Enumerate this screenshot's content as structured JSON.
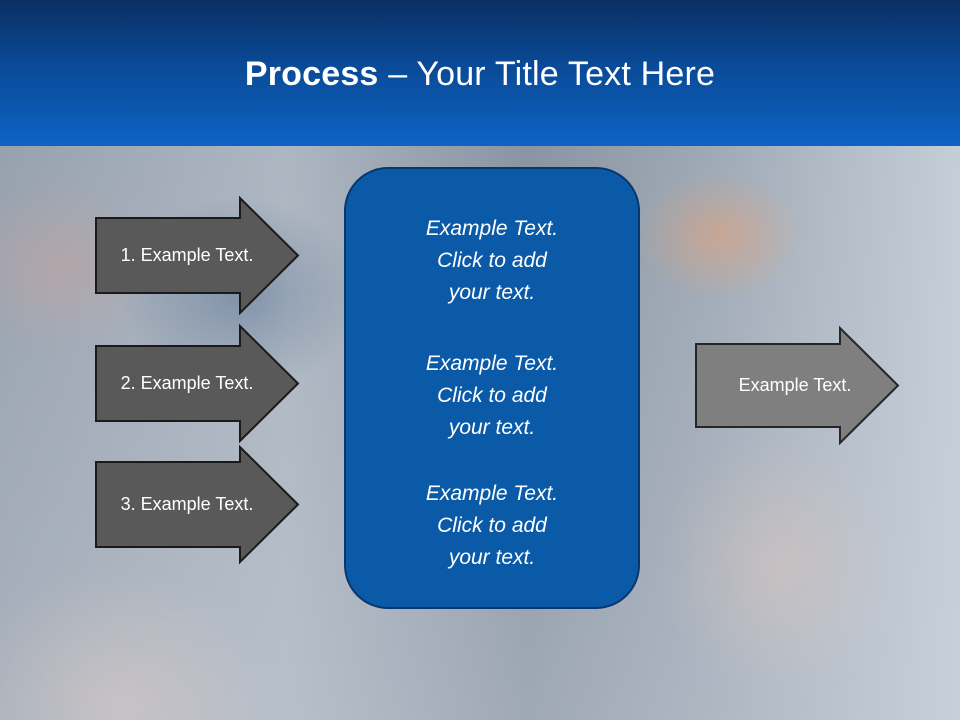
{
  "title": {
    "bold": "Process",
    "rest": " – Your Title Text Here"
  },
  "colors": {
    "title_bar": "#0a4a97",
    "center_box": "#0a5aa8",
    "left_arrow_fill": "#595959",
    "right_arrow_fill": "#7f7f7f",
    "text": "#ffffff"
  },
  "left_steps": [
    {
      "label": "1. Example Text."
    },
    {
      "label": "2. Example Text."
    },
    {
      "label": "3. Example Text."
    }
  ],
  "center": {
    "items": [
      {
        "line1": "Example Text.",
        "line2": "Click  to add",
        "line3": "your text."
      },
      {
        "line1": "Example Text.",
        "line2": "Click  to add",
        "line3": "your text."
      },
      {
        "line1": "Example Text.",
        "line2": "Click  to add",
        "line3": "your text."
      }
    ]
  },
  "output_arrow": {
    "label": "Example Text."
  }
}
